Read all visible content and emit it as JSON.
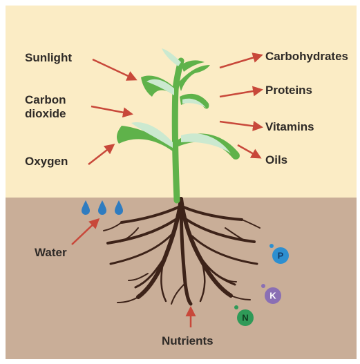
{
  "inputs": {
    "sunlight": "Sunlight",
    "carbon_dioxide": "Carbon dioxide",
    "oxygen": "Oxygen",
    "water": "Water",
    "nutrients": "Nutrients"
  },
  "outputs": {
    "carbohydrates": "Carbohydrates",
    "proteins": "Proteins",
    "vitamins": "Vitamins",
    "oils": "Oils"
  },
  "nutrient_symbols": {
    "p": "P",
    "k": "K",
    "n": "N"
  },
  "colors": {
    "sky": "#fbecc5",
    "soil": "#c9ae98",
    "arrow": "#c8483a",
    "stem": "#5fb24a",
    "leaf_light": "#cbe9d0",
    "root": "#3d2319",
    "water_drop": "#2f7cc0",
    "phosphorus": "#2d8fd0",
    "potassium": "#8a6fb4",
    "nitrogen": "#2f9a58"
  },
  "icons": {
    "arrow": "arrow-icon",
    "water_drop": "water-drop-icon",
    "nutrient_ion": "nutrient-ion-icon"
  }
}
